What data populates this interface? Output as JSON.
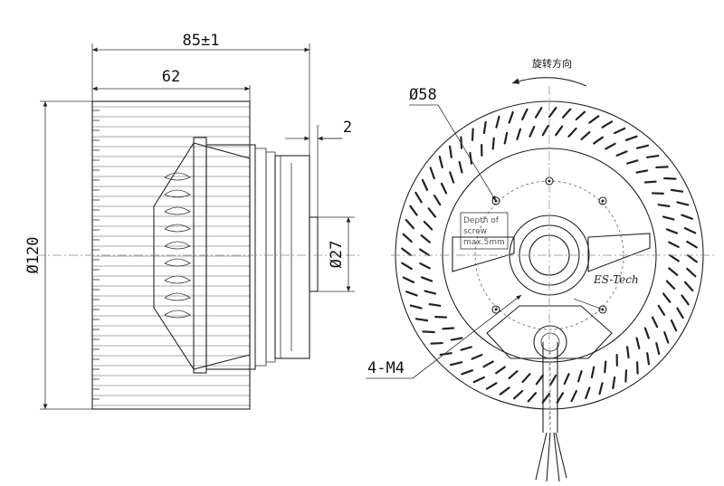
{
  "side_view": {
    "overall_length": "85±1",
    "wheel_length": "62",
    "flange_offset": "2",
    "wheel_diameter": "Ø120",
    "hub_diameter": "Ø27"
  },
  "front_view": {
    "rotation_label": "旋转方向",
    "bolt_circle": "Ø58",
    "mount_holes": "4-M4",
    "screw_note": [
      "Depth of",
      "screw",
      "max.5mm"
    ],
    "brand": "ES-Tech"
  }
}
